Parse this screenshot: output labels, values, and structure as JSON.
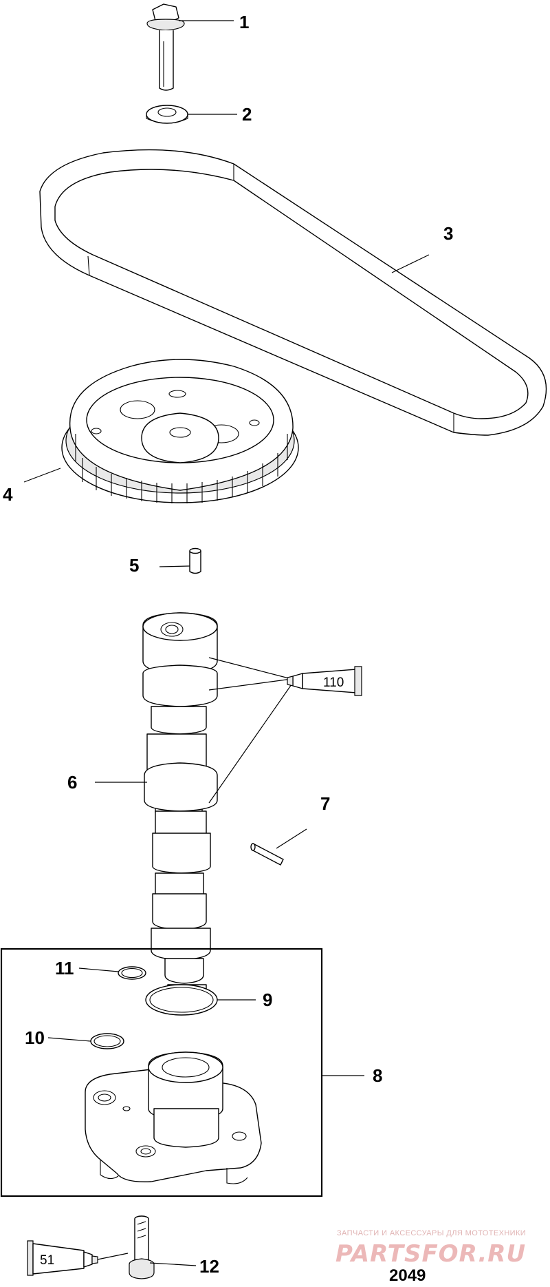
{
  "callouts": {
    "c1": "1",
    "c2": "2",
    "c3": "3",
    "c4": "4",
    "c5": "5",
    "c6": "6",
    "c7": "7",
    "c8": "8",
    "c9": "9",
    "c10": "10",
    "c11": "11",
    "c12": "12"
  },
  "tubes": {
    "upper": "110",
    "lower": "51"
  },
  "figure_number": "2049",
  "watermark": {
    "tagline": "ЗАПЧАСТИ И АКСЕССУАРЫ ДЛЯ МОТОТЕХНИКИ",
    "brand": "PARTSFOR.RU"
  }
}
